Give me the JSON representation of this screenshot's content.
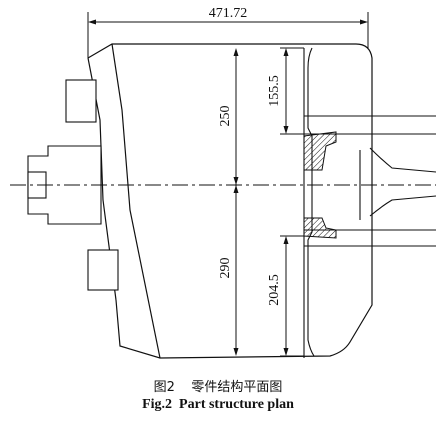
{
  "dimensions": {
    "overall_width": "471.72",
    "top_half_height": "250",
    "bottom_half_height": "290",
    "top_detail": "155.5",
    "bottom_detail": "204.5"
  },
  "caption": {
    "chinese": "图2    零件结构平面图",
    "english": "Fig.2  Part structure plan"
  }
}
